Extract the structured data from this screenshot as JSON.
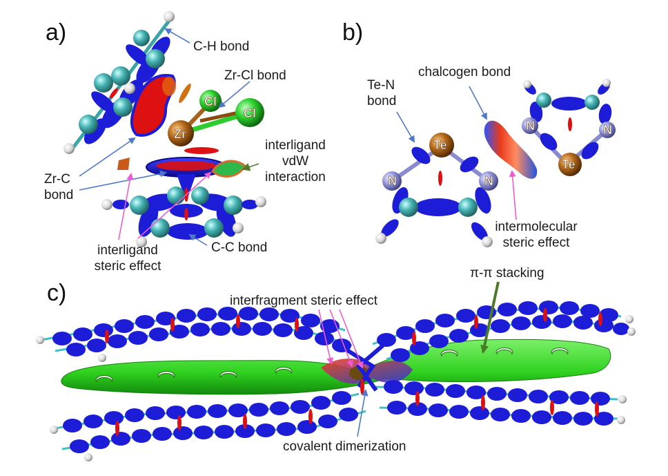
{
  "panels": {
    "a": "a)",
    "b": "b)",
    "c": "c)"
  },
  "panel_a": {
    "ch_bond": "C-H bond",
    "zrcl_bond": "Zr-Cl bond",
    "zrc_bond_1": "Zr-C",
    "zrc_bond_2": "bond",
    "vdw_1": "interligand",
    "vdw_2": "vdW",
    "vdw_3": "interaction",
    "steric_1": "interligand",
    "steric_2": "steric effect",
    "cc_bond": "C-C bond",
    "atoms": {
      "zr": "Zr",
      "cl1": "Cl",
      "cl2": "Cl"
    }
  },
  "panel_b": {
    "ten_bond_1": "Te-N",
    "ten_bond_2": "bond",
    "chalcogen": "chalcogen bond",
    "inter_steric_1": "intermolecular",
    "inter_steric_2": "steric effect",
    "atoms": {
      "te1": "Te",
      "te2": "Te",
      "n1": "N",
      "n2": "N",
      "n3": "N",
      "n4": "N"
    }
  },
  "panel_c": {
    "pi_stacking": "π-π stacking",
    "interfragment": "interfragment steric effect",
    "covalent": "covalent dimerization"
  },
  "colors": {
    "arrow_blue": "#4f79c6",
    "arrow_magenta": "#f05ad2",
    "arrow_green": "#4c7a2a",
    "isosurface_blue": "#1d1dd8",
    "isosurface_green": "#33dd22",
    "isosurface_red": "#dd1111",
    "atom_teal": "#3aa5a5",
    "atom_brown": "#a5621c",
    "atom_green": "#2ecc2e"
  }
}
